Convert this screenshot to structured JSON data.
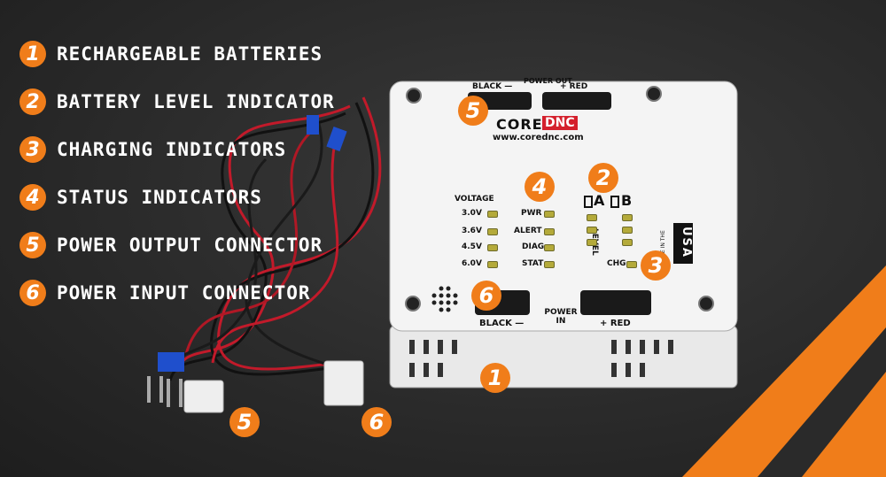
{
  "features": [
    {
      "number": "1",
      "label": "RECHARGEABLE BATTERIES"
    },
    {
      "number": "2",
      "label": "BATTERY LEVEL INDICATOR"
    },
    {
      "number": "3",
      "label": "CHARGING INDICATORS"
    },
    {
      "number": "4",
      "label": "STATUS INDICATORS"
    },
    {
      "number": "5",
      "label": "POWER OUTPUT CONNECTOR"
    },
    {
      "number": "6",
      "label": "POWER INPUT CONNECTOR"
    }
  ],
  "panel": {
    "black_minus_top": "BLACK —",
    "power_out": "POWER OUT",
    "plus_red_top": "+ RED",
    "brand_core": "CORE",
    "brand_dnc": "DNC",
    "website": "www.corednc.com",
    "voltage_title": "VOLTAGE",
    "voltages": [
      "3.0V",
      "3.6V",
      "4.5V",
      "6.0V"
    ],
    "status": [
      "PWR",
      "ALERT",
      "DIAG",
      "STAT"
    ],
    "level_a": "A",
    "level_b": "B",
    "level_label": "LEVEL",
    "chg": "CHG",
    "made_in": "MADE IN THE",
    "usa": "USA",
    "black_minus_bottom": "BLACK —",
    "power_in": "POWER IN",
    "plus_red_bottom": "+ RED"
  },
  "colors": {
    "accent": "#f07d1a",
    "panel": "#f4f4f4",
    "background": "#2a2a2a"
  }
}
